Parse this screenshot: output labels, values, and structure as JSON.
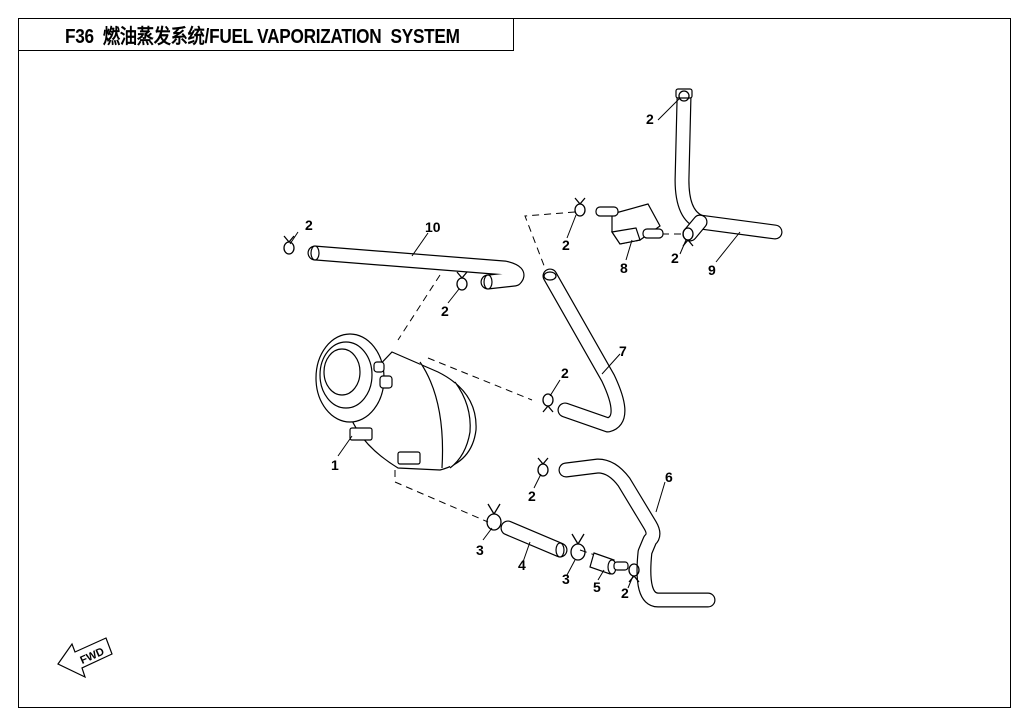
{
  "header": {
    "title": "F36  燃油蒸发系统/FUEL VAPORIZATION  SYSTEM"
  },
  "diagram": {
    "callouts": {
      "c1": "1",
      "c2a": "2",
      "c2b": "2",
      "c2c": "2",
      "c2d": "2",
      "c2e": "2",
      "c2f": "2",
      "c2g": "2",
      "c2h": "2",
      "c3a": "3",
      "c3b": "3",
      "c4": "4",
      "c5": "5",
      "c6": "6",
      "c7": "7",
      "c8": "8",
      "c9": "9",
      "c10": "10"
    },
    "fwd_label": "FWD"
  }
}
